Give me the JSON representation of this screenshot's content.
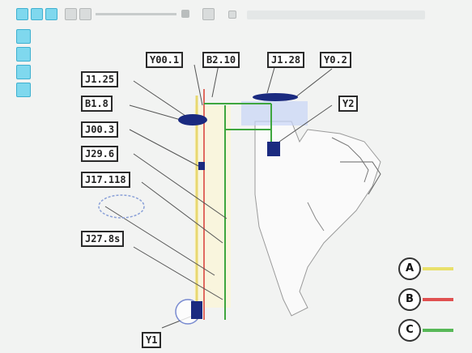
{
  "toolbar": {
    "buttons": [
      "map-button-1",
      "map-button-2",
      "map-button-3"
    ],
    "icons": [
      "layers-icon",
      "zoom-slider-icon",
      "search-icon"
    ]
  },
  "side_tools": [
    "pan-icon",
    "measure-icon",
    "draw-icon",
    "print-icon"
  ],
  "labels": {
    "l1": "Y00.1",
    "l2": "B2.10",
    "l3": "J1.28",
    "l4": "Y0.2",
    "l5": "J1.25",
    "l6": "B1.8",
    "l7": "J00.3",
    "l8": "Y2",
    "l9": "J29.6",
    "l10": "J17.118",
    "l11": "J27.8s",
    "l12": "Y1"
  },
  "legend": [
    {
      "letter": "A",
      "color": "#e9e06a"
    },
    {
      "letter": "B",
      "color": "#e05050"
    },
    {
      "letter": "C",
      "color": "#58b858"
    }
  ],
  "colors": {
    "yellow_line": "#e8d870",
    "red_line": "#e06a60",
    "green_line": "#3ea63e",
    "highlight": "#b8c8f0",
    "marker": "#1a2a80"
  }
}
